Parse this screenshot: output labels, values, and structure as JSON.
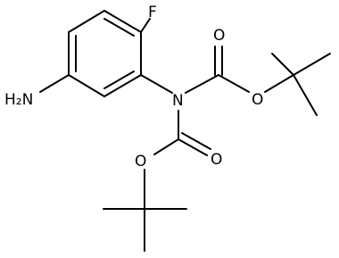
{
  "molecule": {
    "atoms": {
      "fluorine": "F",
      "amine": "H₂N",
      "nitrogen": "N",
      "ring_oxygen_top_carbonyl": "O",
      "ring_oxygen_top_ester": "O",
      "ring_oxygen_bottom_carbonyl": "O",
      "ring_oxygen_bottom_ester": "O"
    },
    "colors": {
      "bond": "#000000",
      "label": "#000000",
      "background": "#ffffff"
    }
  }
}
